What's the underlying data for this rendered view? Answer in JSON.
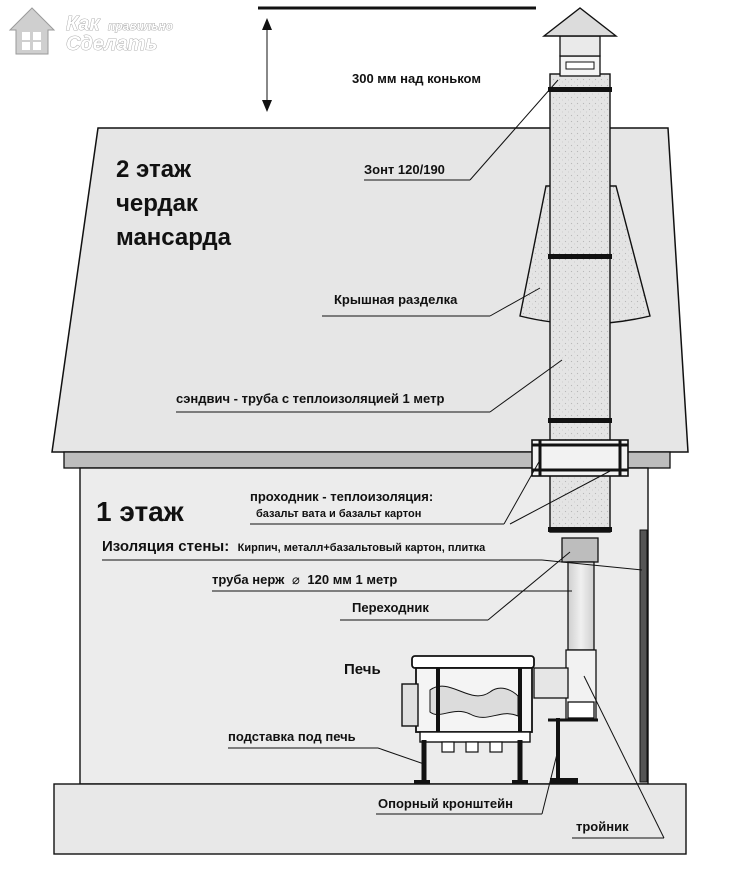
{
  "logo": {
    "line1": "Как",
    "line2": "правильно",
    "line3": "Сделать"
  },
  "floors": {
    "second": [
      "2 этаж",
      "чердак",
      "мансарда"
    ],
    "first": "1 этаж"
  },
  "labels": {
    "ridge_height": "300 мм над коньком",
    "umbrella": "Зонт 120/190",
    "roof_cut": "Крышная разделка",
    "sandwich_pipe": "сэндвич - труба с теплоизоляцией 1 метр",
    "passage": "проходник - теплоизоляция:",
    "passage_sub": "базальт вата и базальт картон",
    "wall_insulation_title": "Изоляция стены:",
    "wall_insulation_body": "Кирпич, металл+базальтовый картон, плитка",
    "steel_pipe_pre": "труба нерж",
    "diameter_symbol": "⌀",
    "steel_pipe_post": "120 мм 1 метр",
    "adapter": "Переходник",
    "stove": "Печь",
    "stove_stand": "подставка под печь",
    "support_bracket": "Опорный кронштейн",
    "tee": "тройник"
  },
  "colors": {
    "roof": "#e6e6e6",
    "walls": "#ececec",
    "outline": "#111111",
    "pipe": "#dcdcdc",
    "insulation_wall": "#555555"
  }
}
